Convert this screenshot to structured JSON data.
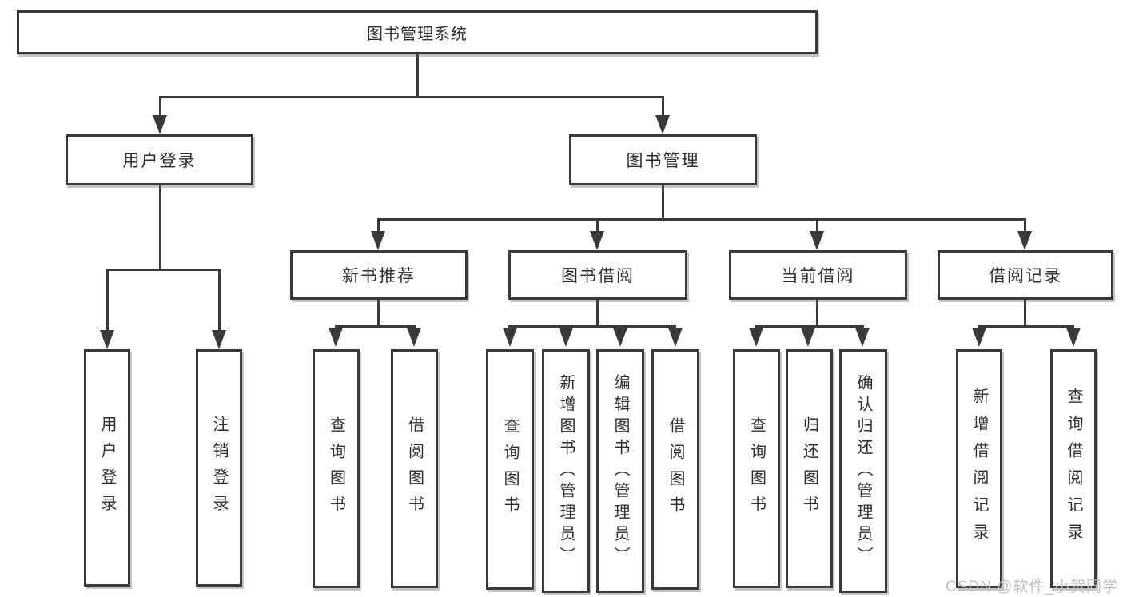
{
  "diagram": {
    "root": "图书管理系统",
    "branches": [
      {
        "label": "用户登录",
        "children": [
          {
            "label": "用户登录"
          },
          {
            "label": "注销登录"
          }
        ]
      },
      {
        "label": "图书管理",
        "children": [
          {
            "label": "新书推荐",
            "children": [
              {
                "label": "查询图书"
              },
              {
                "label": "借阅图书"
              }
            ]
          },
          {
            "label": "图书借阅",
            "children": [
              {
                "label": "查询图书"
              },
              {
                "label": "新增图书（管理员）"
              },
              {
                "label": "编辑图书（管理员）"
              },
              {
                "label": "借阅图书"
              }
            ]
          },
          {
            "label": "当前借阅",
            "children": [
              {
                "label": "查询图书"
              },
              {
                "label": "归还图书"
              },
              {
                "label": "确认归还（管理员）"
              }
            ]
          },
          {
            "label": "借阅记录",
            "children": [
              {
                "label": "新增借阅记录"
              },
              {
                "label": "查询借阅记录"
              }
            ]
          }
        ]
      }
    ]
  },
  "watermark": {
    "text": "CSDN @软件_小贺同学"
  }
}
